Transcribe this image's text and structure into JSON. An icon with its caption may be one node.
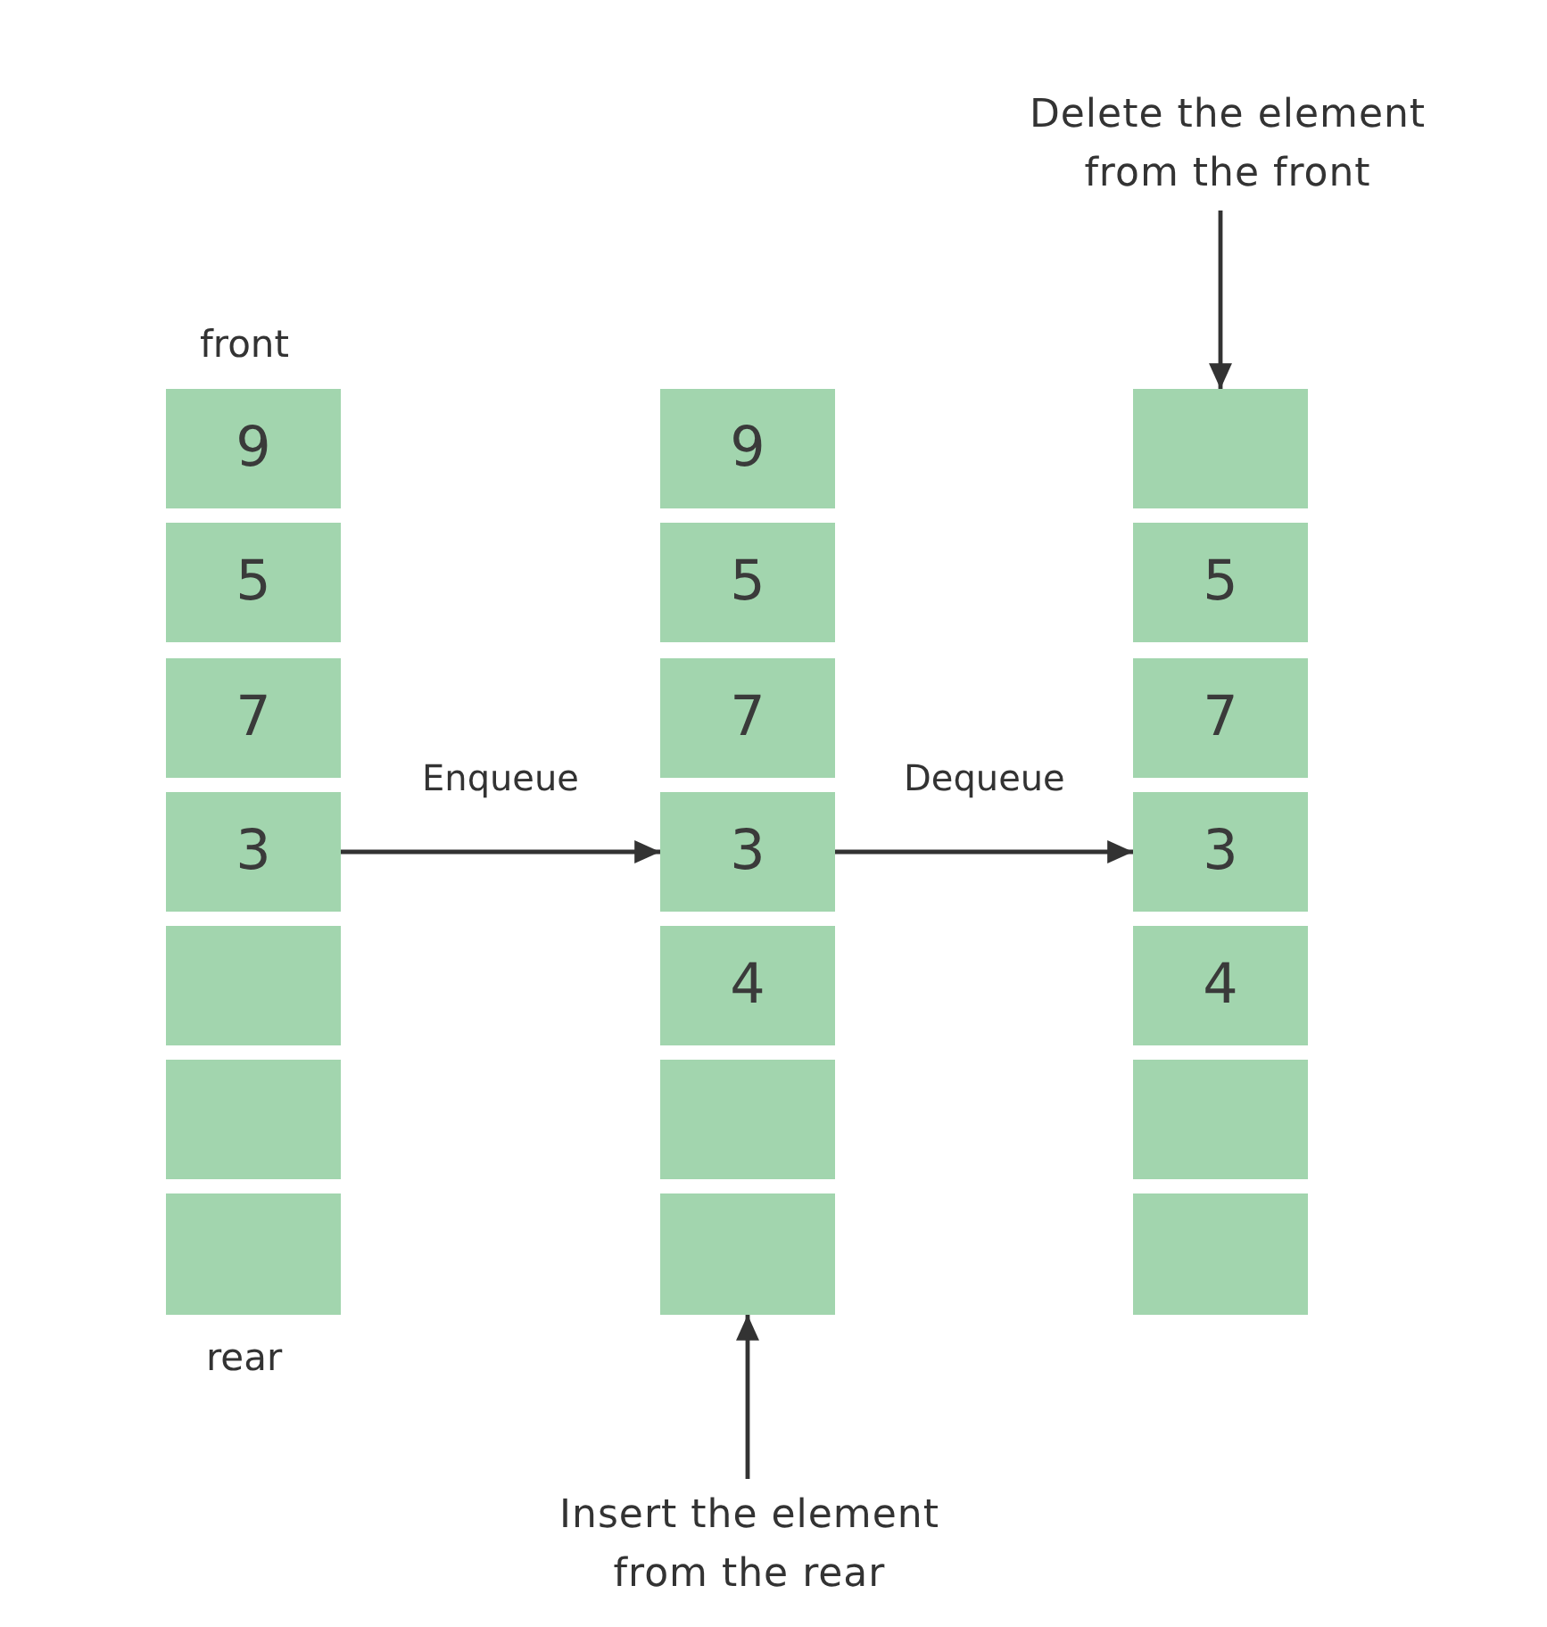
{
  "diagram": {
    "nodes": [
      {
        "text": [
          "Delete the element from the front"
        ]
      },
      {
        "text": [
          "9"
        ],
        "beside": [
          "front"
        ]
      },
      {
        "text": [
          "5"
        ]
      },
      {
        "text": [
          "7"
        ]
      },
      {
        "text": [
          "3"
        ]
      },
      {
        "text": [],
        "shape": "box"
      },
      {
        "text": [],
        "shape": "box"
      },
      {
        "text": [],
        "shape": "box",
        "beside": [
          "rear"
        ]
      },
      {
        "text": [
          "9"
        ]
      },
      {
        "text": [
          "5"
        ]
      },
      {
        "text": [
          "7"
        ]
      },
      {
        "text": [
          "3"
        ]
      },
      {
        "text": [
          "4"
        ]
      },
      {
        "text": [],
        "shape": "box"
      },
      {
        "text": [],
        "shape": "box"
      },
      {
        "text": [],
        "shape": "box"
      },
      {
        "text": [
          "5"
        ]
      },
      {
        "text": [
          "7"
        ]
      },
      {
        "text": [
          "3"
        ]
      },
      {
        "text": [
          "4"
        ]
      },
      {
        "text": [],
        "shape": "box"
      },
      {
        "text": [],
        "shape": "box"
      },
      {
        "text": [
          "Insert the element from the rear"
        ]
      }
    ],
    "edges": [
      {
        "from": 4,
        "to": 11,
        "arrow": "to",
        "label": "Enqueue"
      },
      {
        "from": 11,
        "to": 18,
        "arrow": "to",
        "label": "Dequeue"
      },
      {
        "from": 0,
        "to": 15,
        "arrow": "to"
      },
      {
        "from": 22,
        "to": 14,
        "arrow": "to"
      }
    ]
  }
}
